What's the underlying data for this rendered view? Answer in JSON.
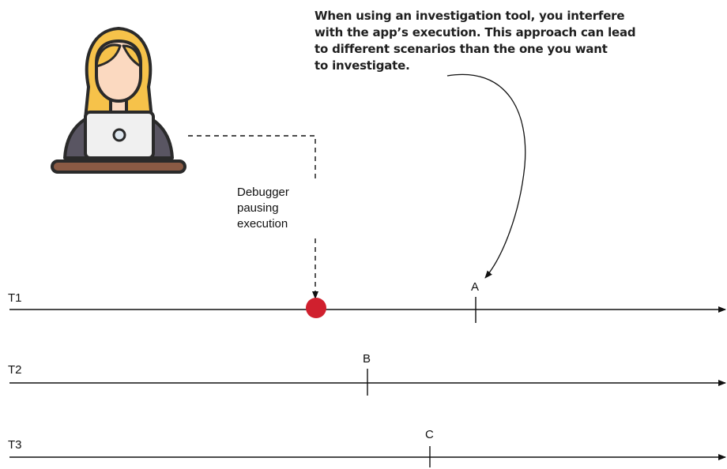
{
  "callout": {
    "lines": [
      "When using an investigation tool, you interfere",
      "with the app’s execution. This approach can lead",
      "to different scenarios than the one you want",
      "to investigate."
    ]
  },
  "debugger_label": {
    "lines": [
      "Debugger",
      "pausing",
      "execution"
    ]
  },
  "threads": [
    {
      "label": "T1",
      "event": "A"
    },
    {
      "label": "T2",
      "event": "B"
    },
    {
      "label": "T3",
      "event": "C"
    }
  ],
  "icon": {
    "name": "developer-at-laptop-icon"
  },
  "colors": {
    "breakpoint": "#d0202e",
    "line": "#111111",
    "hair": "#f6c24a",
    "skin": "#fbd9c0",
    "shirt": "#595562",
    "desk": "#8a5a44",
    "laptop": "#f0f0f0"
  }
}
